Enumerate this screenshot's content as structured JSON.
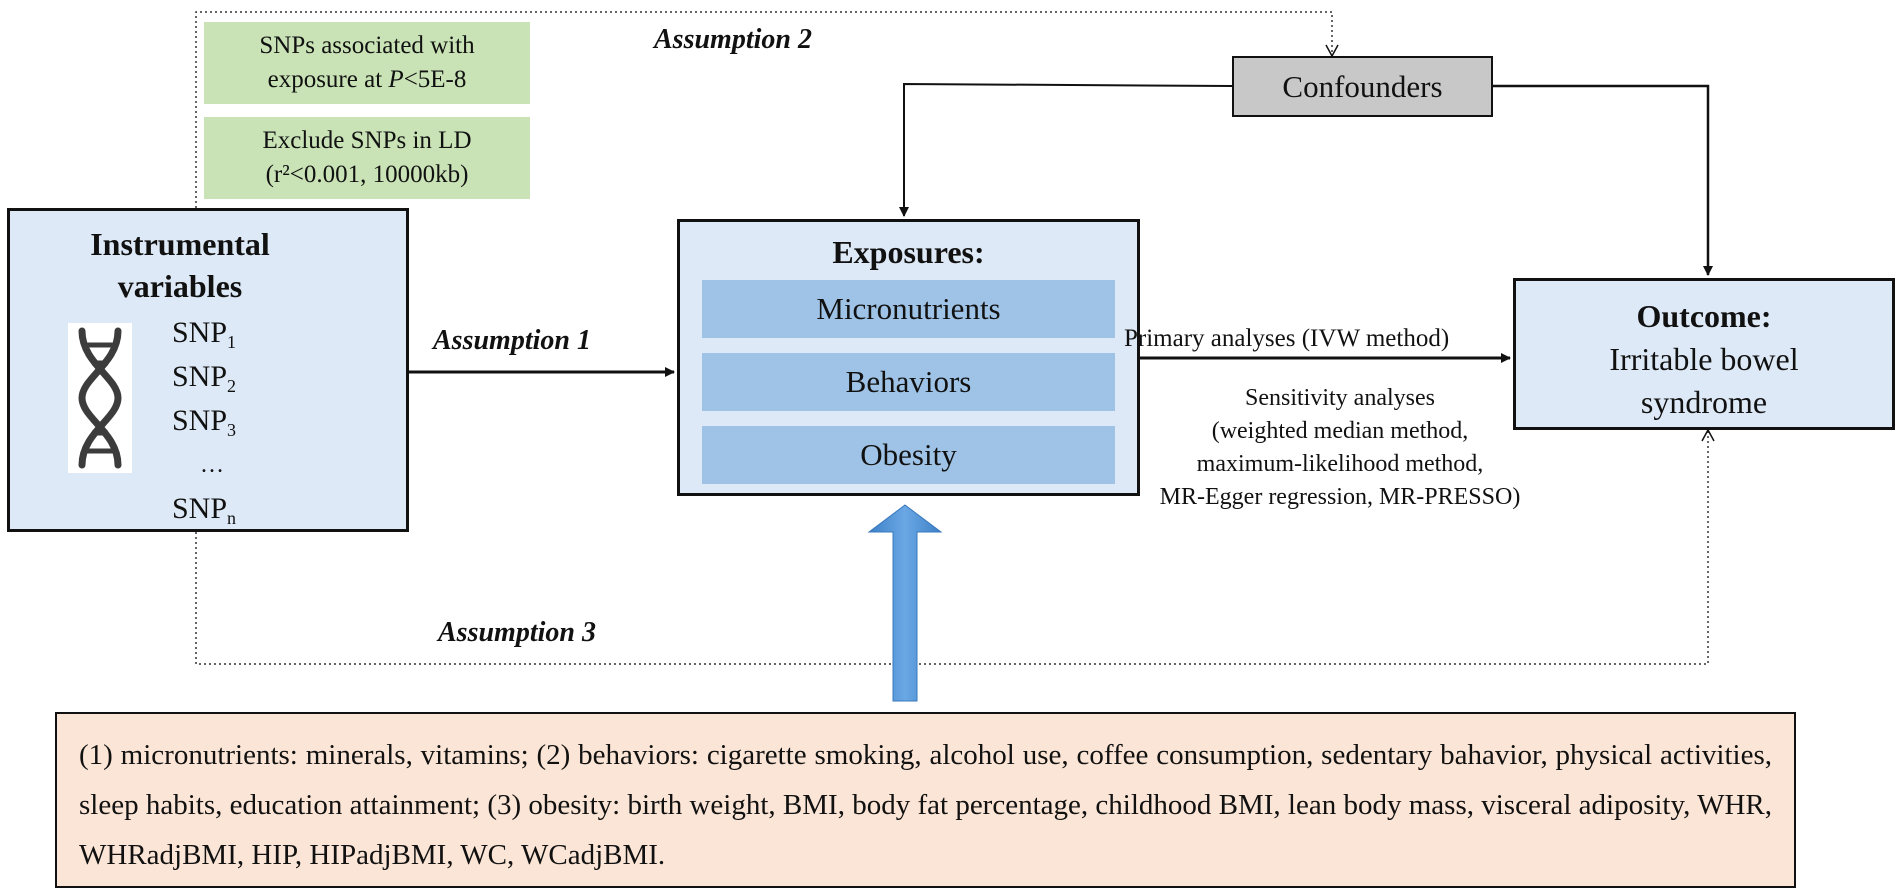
{
  "green_boxes": {
    "threshold": {
      "line1": "SNPs associated with",
      "line2_prefix": "exposure at ",
      "line2_italic": "P",
      "line2_suffix": "<5E-8"
    },
    "ld": {
      "line1": "Exclude SNPs in LD",
      "line2": "(r²<0.001, 10000kb)"
    }
  },
  "instrumental": {
    "title_line1": "Instrumental",
    "title_line2": "variables",
    "snps": [
      {
        "base": "SNP",
        "sub": "1"
      },
      {
        "base": "SNP",
        "sub": "2"
      },
      {
        "base": "SNP",
        "sub": "3"
      },
      {
        "base": "…",
        "sub": ""
      },
      {
        "base": "SNP",
        "sub": "n"
      }
    ]
  },
  "exposures": {
    "title": "Exposures:",
    "items": [
      "Micronutrients",
      "Behaviors",
      "Obesity"
    ]
  },
  "confounders": {
    "label": "Confounders"
  },
  "outcome": {
    "title": "Outcome:",
    "line1": "Irritable bowel",
    "line2": "syndrome"
  },
  "assumptions": {
    "a1": "Assumption 1",
    "a2": "Assumption 2",
    "a3": "Assumption 3"
  },
  "analyses": {
    "primary": "Primary analyses (IVW method)",
    "sensitivity": [
      "Sensitivity analyses",
      "(weighted median method,",
      "maximum-likelihood method,",
      "MR-Egger regression, MR-PRESSO)"
    ]
  },
  "details": {
    "text": "(1) micronutrients: minerals, vitamins; (2) behaviors: cigarette smoking, alcohol use, coffee consumption, sedentary bahavior, physical activities, sleep habits, education attainment; (3) obesity: birth weight, BMI, body fat percentage, childhood BMI, lean body mass, visceral adiposity, WHR, WHRadjBMI, HIP, HIPadjBMI, WC, WCadjBMI."
  },
  "colors": {
    "green": "#c9e3b6",
    "box_fill": "#dde9f6",
    "bar_fill": "#9fc3e6",
    "confounder_fill": "#c8c8c8",
    "details_fill": "#fbe5d6",
    "arrow_blue": "#4a8fd4"
  }
}
